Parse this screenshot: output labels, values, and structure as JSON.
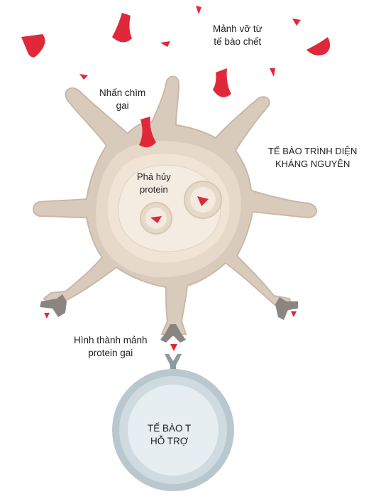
{
  "labels": {
    "dead_cell_fragments": [
      "Mảnh vỡ từ",
      "tế bào chết"
    ],
    "engulf_spikes": [
      "Nhấn chìm",
      "gai"
    ],
    "apc": [
      "TẾ BÀO TRÌNH DIỆN",
      "KHÁNG NGUYÊN"
    ],
    "destroy_protein": [
      "Phá hủy",
      "protein"
    ],
    "form_fragments": [
      "Hình thành mảnh",
      "protein gai"
    ],
    "t_helper": [
      "TẾ BÀO T",
      "HỖ TRỢ"
    ]
  },
  "colors": {
    "cell_outer": "#d9cbbc",
    "cell_mid": "#e6d9ca",
    "cell_inner": "#efe4d6",
    "cell_core": "#f4ece1",
    "cell_edge": "#c9b8a6",
    "spike_protein": "#e0283a",
    "spike_dark": "#b51c2c",
    "receptor": "#8a8580",
    "t_cell_outer": "#b9c7cf",
    "t_cell_mid": "#cfdbe1",
    "t_cell_inner": "#e6eef2",
    "t_receptor": "#8e9aa1"
  }
}
